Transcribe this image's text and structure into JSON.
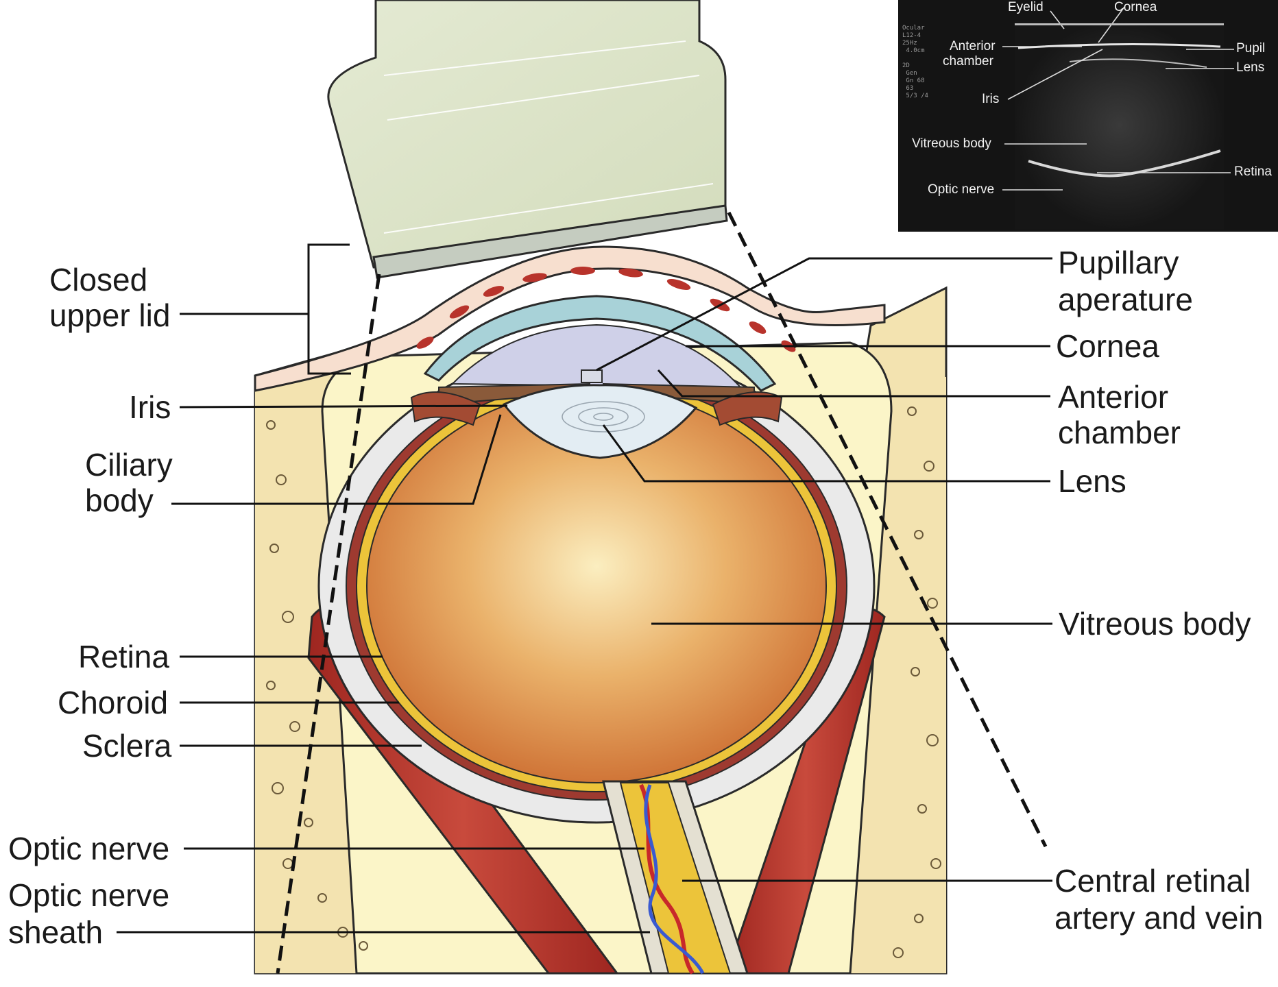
{
  "diagram": {
    "left_labels": {
      "closed_upper_lid": [
        "Closed",
        "upper lid"
      ],
      "iris": "Iris",
      "ciliary_body": [
        "Ciliary",
        "body"
      ],
      "retina": "Retina",
      "choroid": "Choroid",
      "sclera": "Sclera",
      "optic_nerve": "Optic nerve",
      "optic_nerve_sheath": [
        "Optic nerve",
        "sheath"
      ]
    },
    "right_labels": {
      "pupillary_aperature": [
        "Pupillary",
        "aperature"
      ],
      "cornea": "Cornea",
      "anterior_chamber": [
        "Anterior",
        "chamber"
      ],
      "lens": "Lens",
      "vitreous_body": "Vitreous body",
      "central_retinal": [
        "Central retinal",
        "artery and vein"
      ]
    }
  },
  "ultrasound_inset": {
    "labels": {
      "eyelid": "Eyelid",
      "cornea": "Cornea",
      "anterior_chamber": [
        "Anterior",
        "chamber"
      ],
      "iris": "Iris",
      "vitreous_body": "Vitreous body",
      "optic_nerve": "Optic nerve",
      "pupil": "Pupil",
      "lens": "Lens",
      "retina": "Retina"
    },
    "meta_text": "Ocular\nL12-4\n25Hz\n 4.0cm\n\n2D\n Gen\n Gn 68\n 63\n 5/3 /4"
  },
  "colors": {
    "probe": "#dfe6cc",
    "bone": "#f3e3b0",
    "soft_tissue": "#fbf5c8",
    "vitreous": "#d8793a",
    "muscle": "#b8332b",
    "cornea": "#a8d2d8",
    "nerve": "#ecc43a",
    "lens": "#e3edf3"
  }
}
